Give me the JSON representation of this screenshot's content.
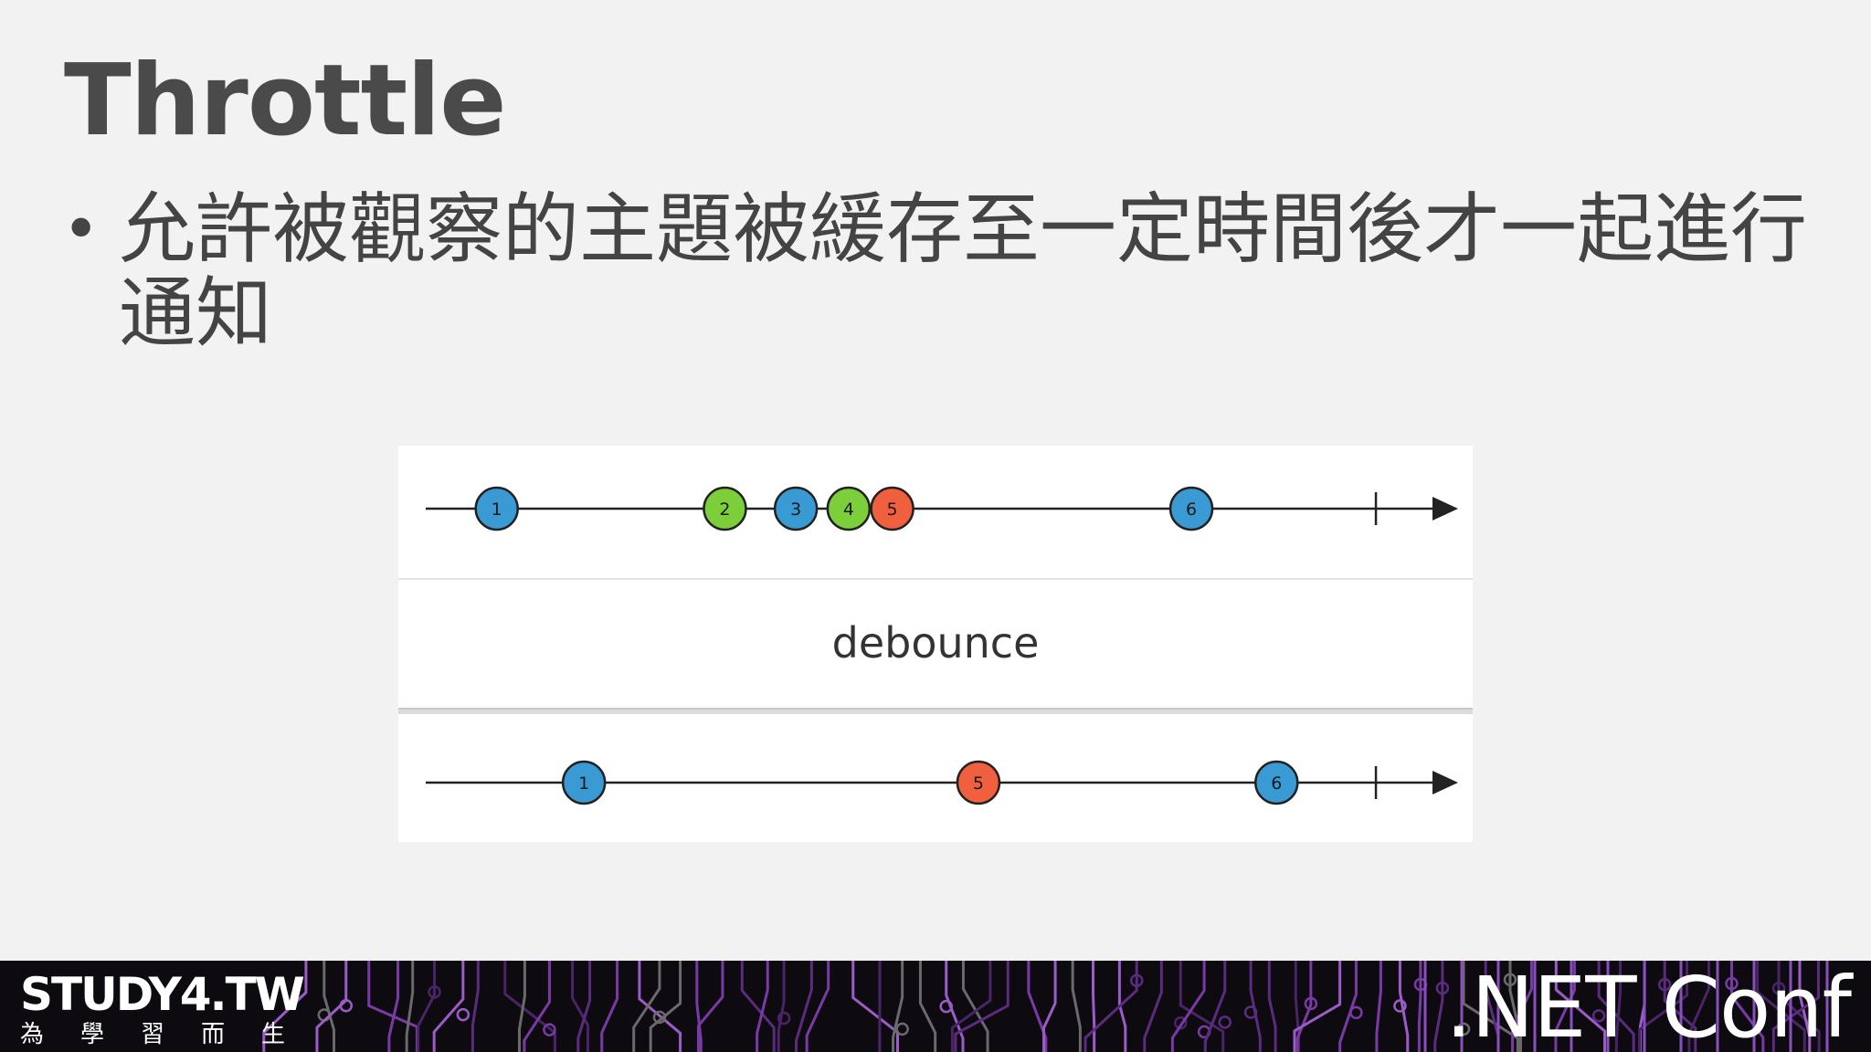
{
  "slide": {
    "title": "Throttle",
    "bullet_symbol": "•",
    "bullet_text": "允許被觀察的主題被緩存至一定時間後才一起進行通知"
  },
  "diagram": {
    "operator_label": "debounce",
    "input_stream": [
      {
        "label": "1",
        "t": 0.07,
        "color": "#3a9bd4"
      },
      {
        "label": "2",
        "t": 0.295,
        "color": "#7ccf3a"
      },
      {
        "label": "3",
        "t": 0.365,
        "color": "#3a9bd4"
      },
      {
        "label": "4",
        "t": 0.417,
        "color": "#7ccf3a"
      },
      {
        "label": "5",
        "t": 0.46,
        "color": "#f0603e"
      },
      {
        "label": "6",
        "t": 0.755,
        "color": "#3a9bd4"
      }
    ],
    "output_stream": [
      {
        "label": "1",
        "t": 0.156,
        "color": "#3a9bd4"
      },
      {
        "label": "5",
        "t": 0.545,
        "color": "#f0603e"
      },
      {
        "label": "6",
        "t": 0.839,
        "color": "#3a9bd4"
      }
    ],
    "completion_t": 0.937
  },
  "footer": {
    "logo_main": "STUDY4.TW",
    "logo_sub": [
      "為",
      "學",
      "習",
      "而",
      "生"
    ],
    "conference": ".NET Conf"
  }
}
